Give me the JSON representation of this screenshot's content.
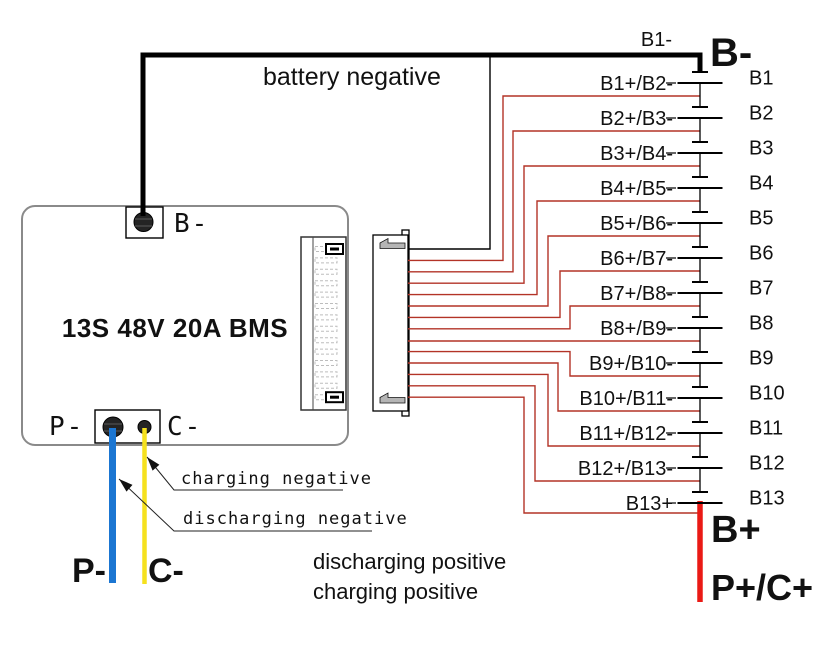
{
  "board": {
    "title": "13S 48V 20A BMS",
    "b_minus_pad_label": "B-",
    "p_minus_pad_label": "P-",
    "c_minus_pad_label": "C-"
  },
  "wire_labels": {
    "battery_negative": "battery negative",
    "charging_negative": "charging negative",
    "discharging_negative": "discharging negative",
    "discharging_positive": "discharging positive",
    "charging_positive": "charging positive"
  },
  "terminals": {
    "b_minus": "B-",
    "b_plus": "B+",
    "p_plus_c_plus": "P+/C+",
    "p_minus": "P-",
    "c_minus": "C-"
  },
  "battery": {
    "cell_labels": [
      "B1",
      "B2",
      "B3",
      "B4",
      "B5",
      "B6",
      "B7",
      "B8",
      "B9",
      "B10",
      "B11",
      "B12",
      "B13"
    ],
    "tap_labels": [
      "B1-",
      "B1+/B2-",
      "B2+/B3-",
      "B3+/B4-",
      "B4+/B5-",
      "B5+/B6-",
      "B6+/B7-",
      "B7+/B8-",
      "B8+/B9-",
      "B9+/B10-",
      "B10+/B11-",
      "B11+/B12-",
      "B12+/B13-",
      "B13+"
    ]
  },
  "colors": {
    "board_outline": "#8a8a8a",
    "pad_text": "#6e6e6e",
    "sense_wire": "#b33327",
    "positive_power_wire": "#ea1a15",
    "discharge_negative_wire": "#1b76d2",
    "charge_negative_wire": "#f5e11e",
    "battery_negative_wire": "#000000"
  }
}
